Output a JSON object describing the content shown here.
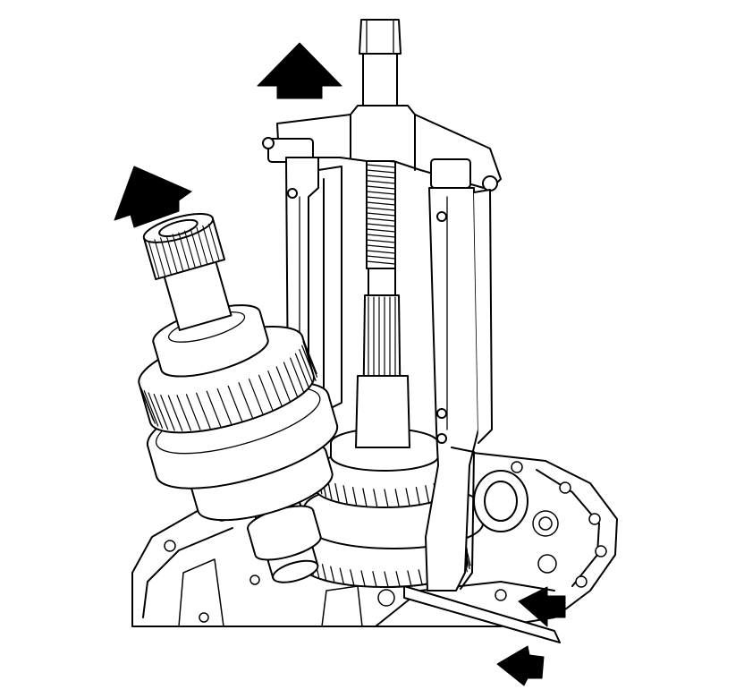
{
  "diagram": {
    "line_color": "#000000",
    "fill_color": "#ffffff",
    "arrow_color": "#000000",
    "components": [
      "puller-forcing-screw",
      "puller-crossbar",
      "puller-leg-left",
      "puller-leg-right",
      "countershaft-assembly",
      "mainshaft-gear-stack",
      "transmission-case",
      "pry-bar"
    ],
    "arrows": [
      {
        "name": "lift-arrow-puller",
        "direction": "up"
      },
      {
        "name": "lift-arrow-countershaft",
        "direction": "up"
      },
      {
        "name": "pry-arrow-upper",
        "direction": "up-left"
      },
      {
        "name": "pry-arrow-lower",
        "direction": "up-left"
      }
    ]
  }
}
